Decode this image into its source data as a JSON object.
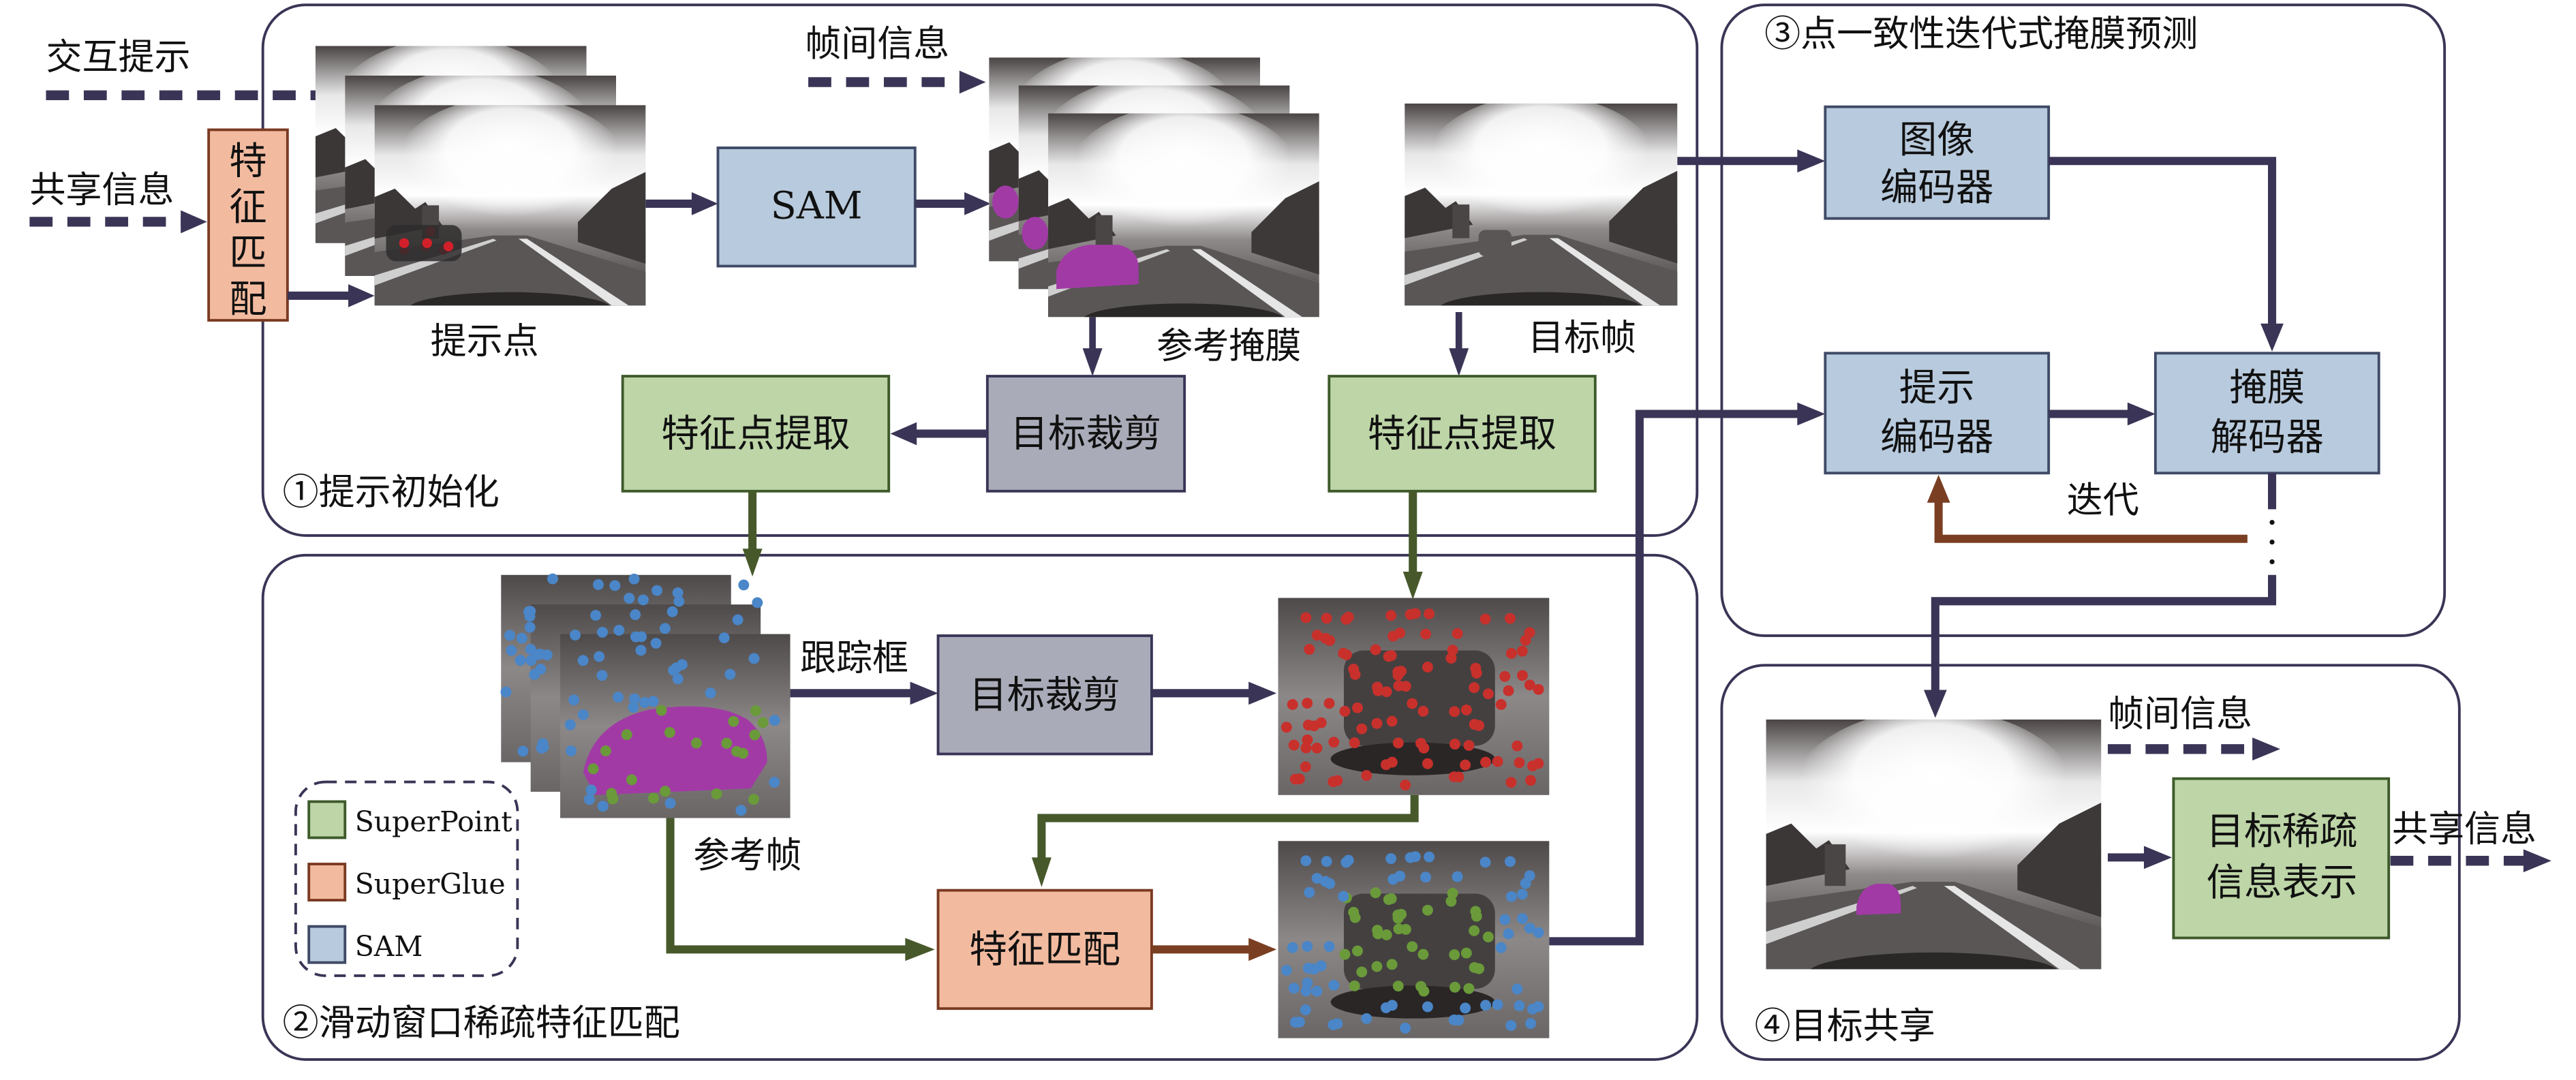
{
  "inputs": {
    "interactive_prompt": "交互提示",
    "shared_info": "共享信息",
    "inter_frame_info": "帧间信息"
  },
  "panel1": {
    "title": "①提示初始化",
    "feature_match_box": "特征匹配",
    "feature_match_box_chars": [
      "特",
      "征",
      "匹",
      "配"
    ],
    "prompt_points_label": "提示点",
    "sam_box": "SAM",
    "reference_mask_label": "参考掩膜",
    "target_frame_label": "目标帧",
    "target_crop_box": "目标裁剪",
    "feature_extract_left": "特征点提取",
    "feature_extract_right": "特征点提取"
  },
  "panel2": {
    "title": "②滑动窗口稀疏特征匹配",
    "tracking_box_label": "跟踪框",
    "target_crop_box": "目标裁剪",
    "reference_frame_label": "参考帧",
    "feature_match_box": "特征匹配",
    "legend": [
      {
        "label": "SuperPoint",
        "fill": "#bdd5a7",
        "stroke": "#3e5a2a"
      },
      {
        "label": "SuperGlue",
        "fill": "#f2bba0",
        "stroke": "#7a3a22"
      },
      {
        "label": "SAM",
        "fill": "#b8cadd",
        "stroke": "#3f4a66"
      }
    ]
  },
  "panel3": {
    "title": "③点一致性迭代式掩膜预测",
    "image_encoder": [
      "图像",
      "编码器"
    ],
    "prompt_encoder": [
      "提示",
      "编码器"
    ],
    "mask_decoder": [
      "掩膜",
      "解码器"
    ],
    "iterate_label": "迭代"
  },
  "panel4": {
    "title": "④目标共享",
    "inter_frame_info": "帧间信息",
    "sparse_repr_box": [
      "目标稀疏",
      "信息表示"
    ],
    "shared_info": "共享信息"
  },
  "colors": {
    "line": "#3a3556",
    "sam_blue": "#b8cadd",
    "superpoint_green": "#bdd5a7",
    "superglue_salmon": "#f2bba0",
    "crop_gray": "#a9acb8",
    "green_arrow": "#47592b",
    "brown_arrow": "#7a3f22",
    "mask_magenta": "#a23aa6",
    "point_blue": "#4a86c8",
    "point_green": "#6a9a3a",
    "point_red": "#c8302c"
  }
}
